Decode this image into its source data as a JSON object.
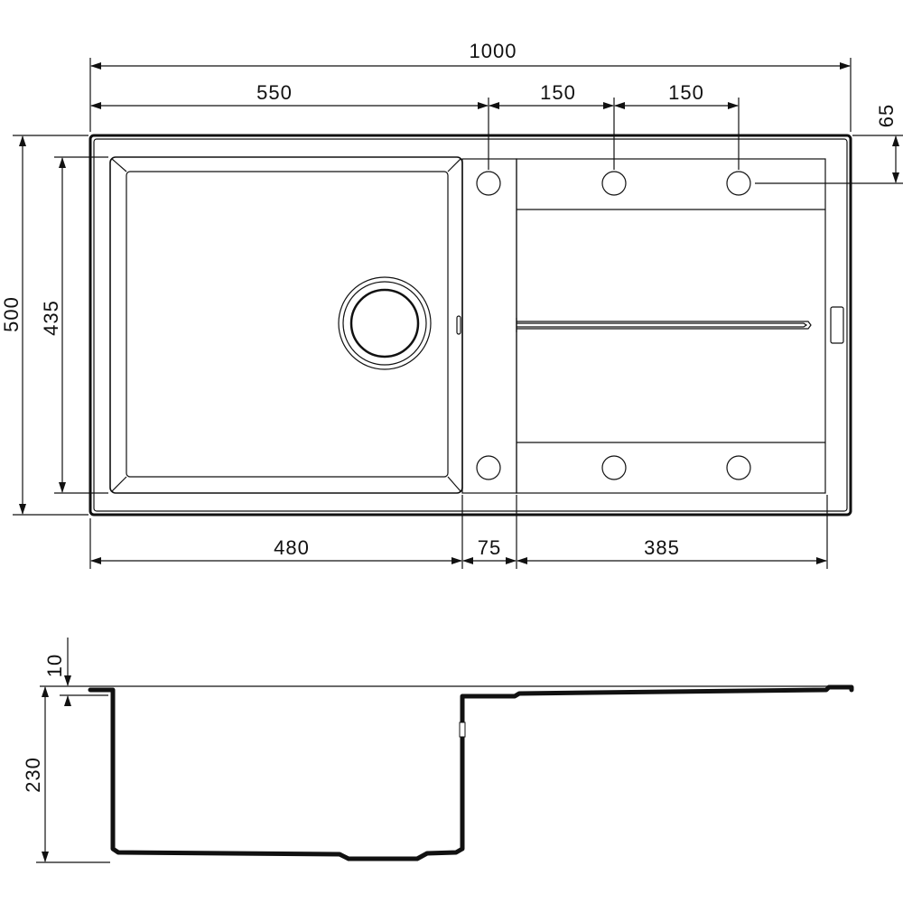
{
  "top_view": {
    "dimensions": {
      "overall_width": "1000",
      "bowl_offset": "550",
      "tap_spacing_1": "150",
      "tap_spacing_2": "150",
      "tap_row_offset": "65",
      "overall_depth": "500",
      "bowl_depth": "435",
      "bowl_width": "480",
      "divider_width": "75",
      "drainer_width": "385"
    }
  },
  "side_view": {
    "dimensions": {
      "rim_thickness": "10",
      "bowl_height": "230"
    }
  }
}
